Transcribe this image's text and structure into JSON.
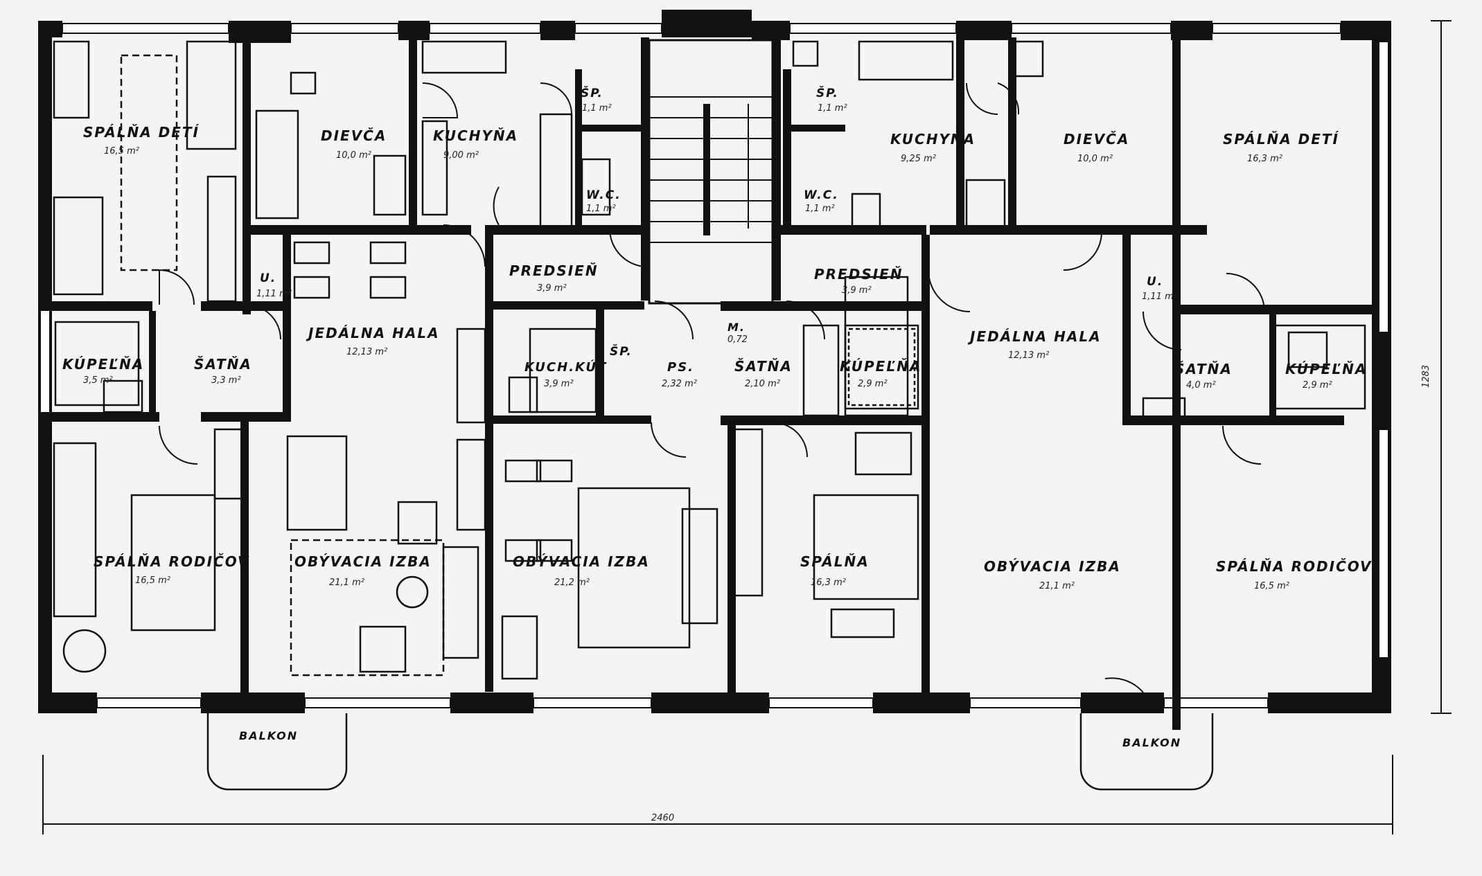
{
  "rooms": {
    "l_spalna_deti": {
      "name": "SPÁLŇA DETÍ",
      "area": "16,5 m²"
    },
    "l_dievca": {
      "name": "DIEVČA",
      "area": "10,0 m²"
    },
    "l_kuchyna": {
      "name": "KUCHYŇA",
      "area": "9,00 m²"
    },
    "l_sp": {
      "name": "ŠP.",
      "area": "1,1 m²"
    },
    "l_wc": {
      "name": "W.C.",
      "area": "1,1 m²"
    },
    "l_u": {
      "name": "U.",
      "area": "1,11 m²"
    },
    "l_kupelna": {
      "name": "KÚPEĽŇA",
      "area": "3,5 m²"
    },
    "l_satna": {
      "name": "ŠATŇA",
      "area": "3,3 m²"
    },
    "l_jedalna": {
      "name": "JEDÁLNA HALA",
      "area": "12,13 m²"
    },
    "l_spalna_rodicov": {
      "name": "SPÁLŇA RODIČOV",
      "area": "16,5 m²"
    },
    "l_obyvacia": {
      "name": "OBÝVACIA IZBA",
      "area": "21,1 m²"
    },
    "c_predsien": {
      "name": "PREDSIEŇ",
      "area": "3,9 m²"
    },
    "c_kuch_kut": {
      "name": "KUCH.KÚT",
      "area": "3,9 m²"
    },
    "c_sp": {
      "name": "ŠP."
    },
    "c_ps": {
      "name": "PS.",
      "area": "2,32 m²"
    },
    "c_m": {
      "name": "M.",
      "area": "0,72"
    },
    "c_satna": {
      "name": "ŠATŇA",
      "area": "2,10 m²"
    },
    "c_kupelna": {
      "name": "KÚPEĽŇA",
      "area": "2,9 m²"
    },
    "c_obyvacia": {
      "name": "OBÝVACIA IZBA",
      "area": "21,2 m²"
    },
    "c_spalna": {
      "name": "SPÁLŇA",
      "area": "16,3 m²"
    },
    "r_predsien": {
      "name": "PREDSIEŇ",
      "area": "3,9 m²"
    },
    "r_sp": {
      "name": "ŠP.",
      "area": "1,1 m²"
    },
    "r_wc": {
      "name": "W.C.",
      "area": "1,1 m²"
    },
    "r_kuchyna": {
      "name": "KUCHYŇA",
      "area": "9,25 m²"
    },
    "r_dievca": {
      "name": "DIEVČA",
      "area": "10,0 m²"
    },
    "r_spalna_deti": {
      "name": "SPÁLŇA DETÍ",
      "area": "16,3 m²"
    },
    "r_jedalna": {
      "name": "JEDÁLNA HALA",
      "area": "12,13 m²"
    },
    "r_u": {
      "name": "U.",
      "area": "1,11 m²"
    },
    "r_satna": {
      "name": "ŠATŇA",
      "area": "4,0 m²"
    },
    "r_kupelna": {
      "name": "KÚPEĽŇA",
      "area": "2,9 m²"
    },
    "r_obyvacia": {
      "name": "OBÝVACIA IZBA",
      "area": "21,1 m²"
    },
    "r_spalna_rodicov": {
      "name": "SPÁLŇA RODIČOV",
      "area": "16,5 m²"
    }
  },
  "balconies": {
    "left": "BALKON",
    "right": "BALKON"
  },
  "dimensions": {
    "width": "2460",
    "height": "1283"
  }
}
